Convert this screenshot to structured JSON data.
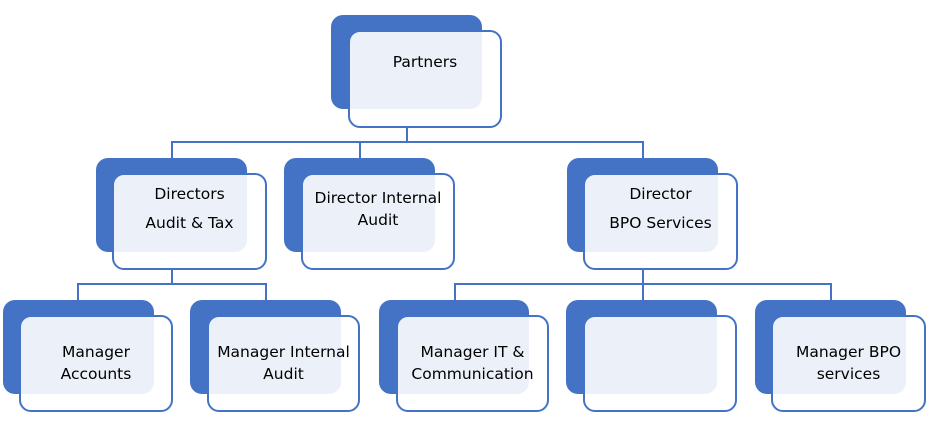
{
  "diagram": {
    "type": "org-chart",
    "colors": {
      "accent": "#4472c4",
      "box_fill": "#eaeff8",
      "line": "#4472c4",
      "text": "#000000"
    },
    "root": {
      "lines": [
        "Partners"
      ]
    },
    "directors": [
      {
        "lines": [
          "Directors",
          "Audit & Tax"
        ]
      },
      {
        "lines": [
          "Director Internal",
          "Audit"
        ]
      },
      {
        "lines": [
          "Director",
          "BPO Services"
        ]
      }
    ],
    "managers": [
      {
        "lines": [
          "Manager",
          "Accounts"
        ],
        "reports_to": "Directors Audit & Tax"
      },
      {
        "lines": [
          "Manager Internal",
          "Audit"
        ],
        "reports_to": "Directors Audit & Tax"
      },
      {
        "lines": [
          "Manager IT &",
          "Communication"
        ],
        "reports_to": "Director BPO Services"
      },
      {
        "lines": [
          "",
          ""
        ],
        "reports_to": "Director BPO Services"
      },
      {
        "lines": [
          "Manager BPO",
          "services"
        ],
        "reports_to": "Director BPO Services"
      }
    ]
  }
}
